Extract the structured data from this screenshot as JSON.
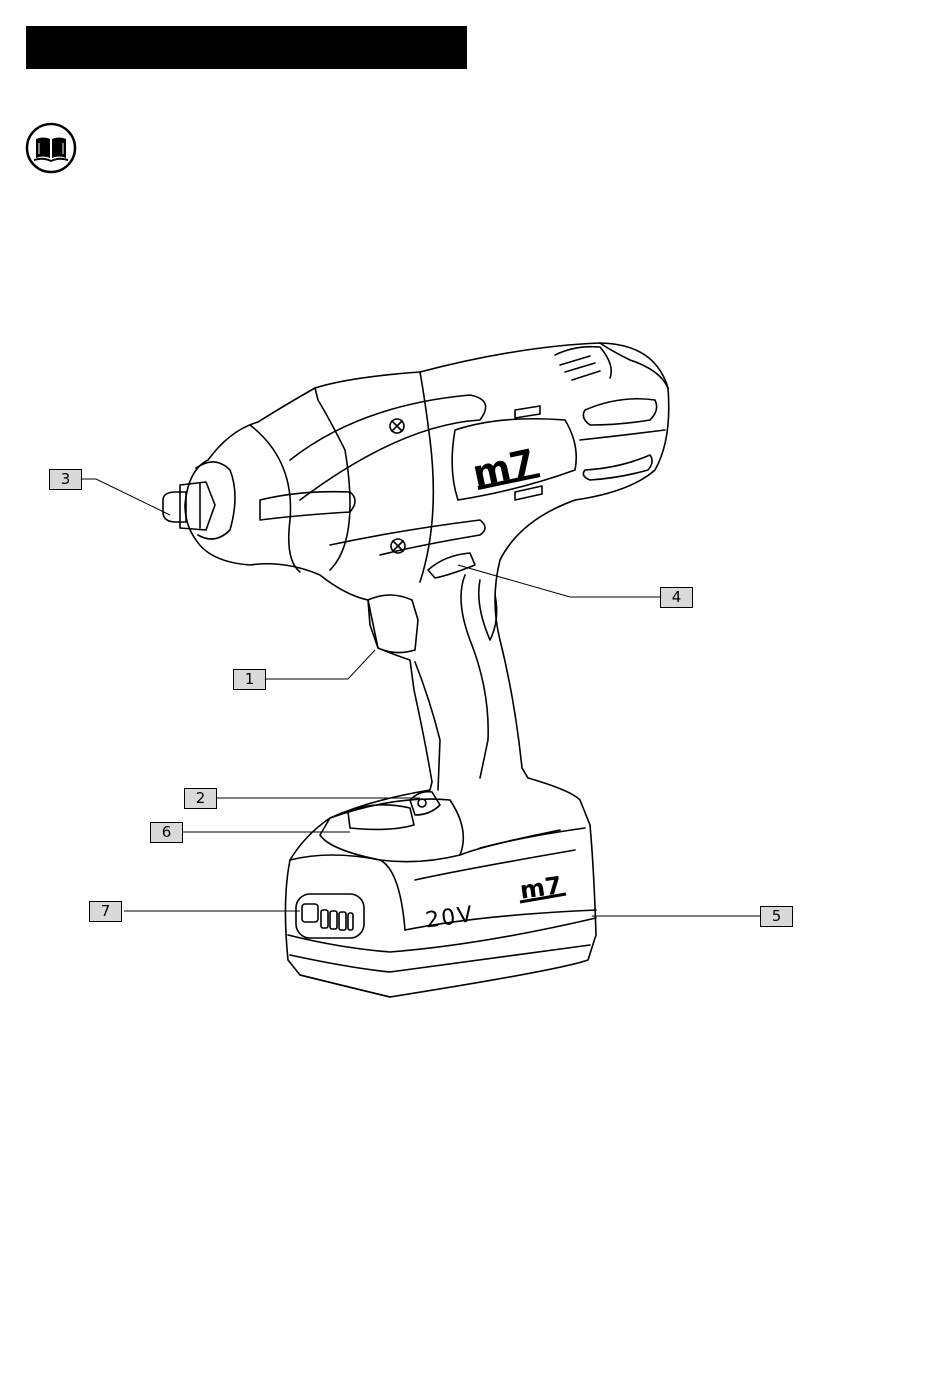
{
  "header": {
    "bar_color": "#000000"
  },
  "icons": {
    "manual": "open-book-read-manual-icon"
  },
  "tool": {
    "brand_logo_text": "m7",
    "battery_label": "20V",
    "battery_logo_text": "m7"
  },
  "callouts": {
    "c1": "1",
    "c2": "2",
    "c3": "3",
    "c4": "4",
    "c5": "5",
    "c6": "6",
    "c7": "7"
  },
  "colors": {
    "callout_fill": "#d9d9d9",
    "line": "#000000"
  }
}
